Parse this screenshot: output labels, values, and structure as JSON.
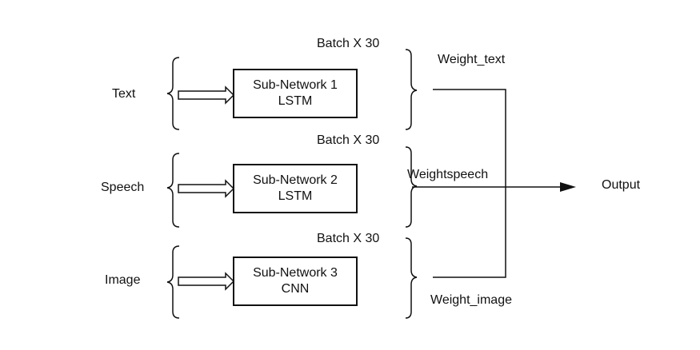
{
  "inputs": [
    {
      "label": "Text",
      "network_name": "Sub-Network 1",
      "network_type": "LSTM",
      "batch": "Batch X 30",
      "weight": "Weight_text"
    },
    {
      "label": "Speech",
      "network_name": "Sub-Network 2",
      "network_type": "LSTM",
      "batch": "Batch X 30",
      "weight": "Weightspeech"
    },
    {
      "label": "Image",
      "network_name": "Sub-Network 3",
      "network_type": "CNN",
      "batch": "Batch X 30",
      "weight": "Weight_image"
    }
  ],
  "output": {
    "label": "Output"
  }
}
